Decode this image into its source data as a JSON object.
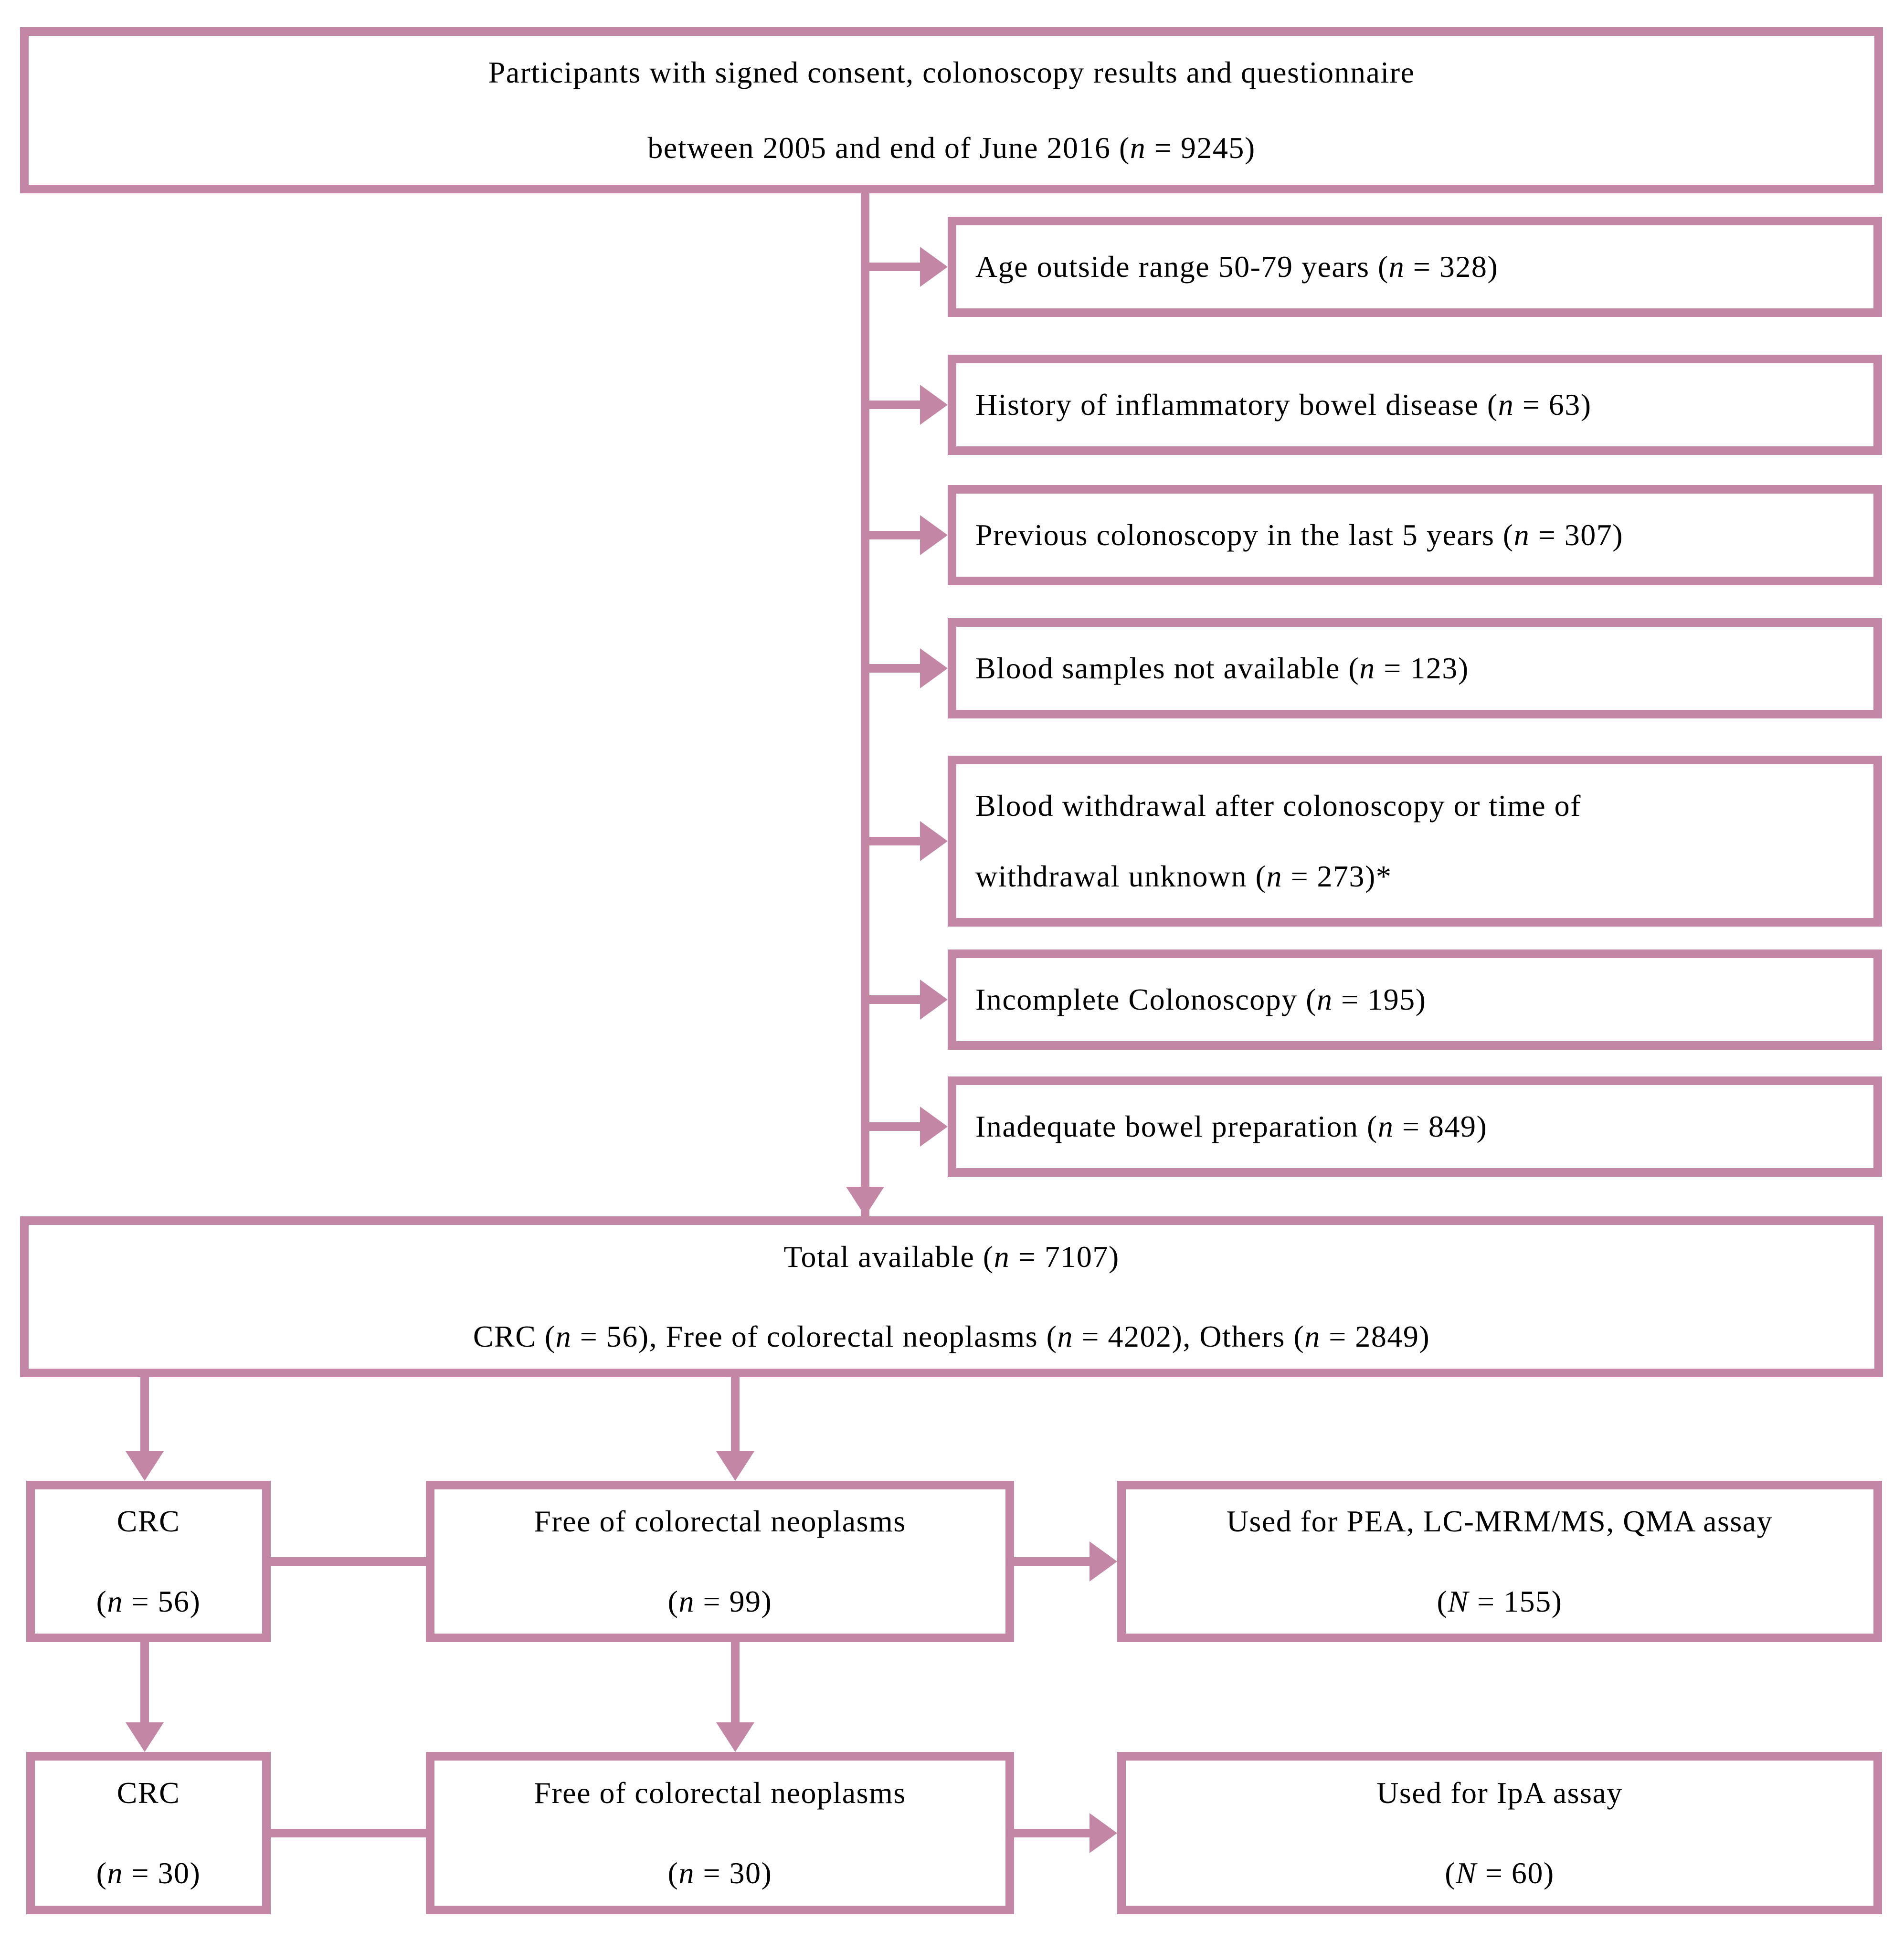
{
  "diagram": {
    "accent_color": "#c386a4",
    "top_box": {
      "line1": "Participants with signed consent, colonoscopy results and questionnaire",
      "line2": "between 2005 and end of June 2016 (n = 9245)"
    },
    "exclusions": [
      "Age outside range 50-79 years (n = 328)",
      "History of inflammatory bowel disease (n = 63)",
      "Previous colonoscopy in the last 5 years (n = 307)",
      "Blood samples not available (n = 123)",
      "Blood withdrawal after colonoscopy or time of withdrawal unknown (n = 273)*",
      "Incomplete Colonoscopy (n = 195)",
      "Inadequate bowel preparation (n = 849)"
    ],
    "total_box": {
      "line1": "Total available (n = 7107)",
      "line2": "CRC (n = 56), Free of colorectal neoplasms (n = 4202), Others (n = 2849)"
    },
    "selection_row": {
      "crc": {
        "line1": "CRC",
        "line2": "(n = 56)"
      },
      "free": {
        "line1": "Free of colorectal neoplasms",
        "line2": "(n = 99)"
      },
      "used": {
        "line1": "Used for PEA, LC-MRM/MS, QMA assay",
        "line2": "(N = 155)"
      }
    },
    "subset_row": {
      "crc": {
        "line1": "CRC",
        "line2": "(n = 30)"
      },
      "free": {
        "line1": "Free of colorectal neoplasms",
        "line2": "(n = 30)"
      },
      "used": {
        "line1": "Used for IpA assay",
        "line2": "(N = 60)"
      }
    }
  }
}
